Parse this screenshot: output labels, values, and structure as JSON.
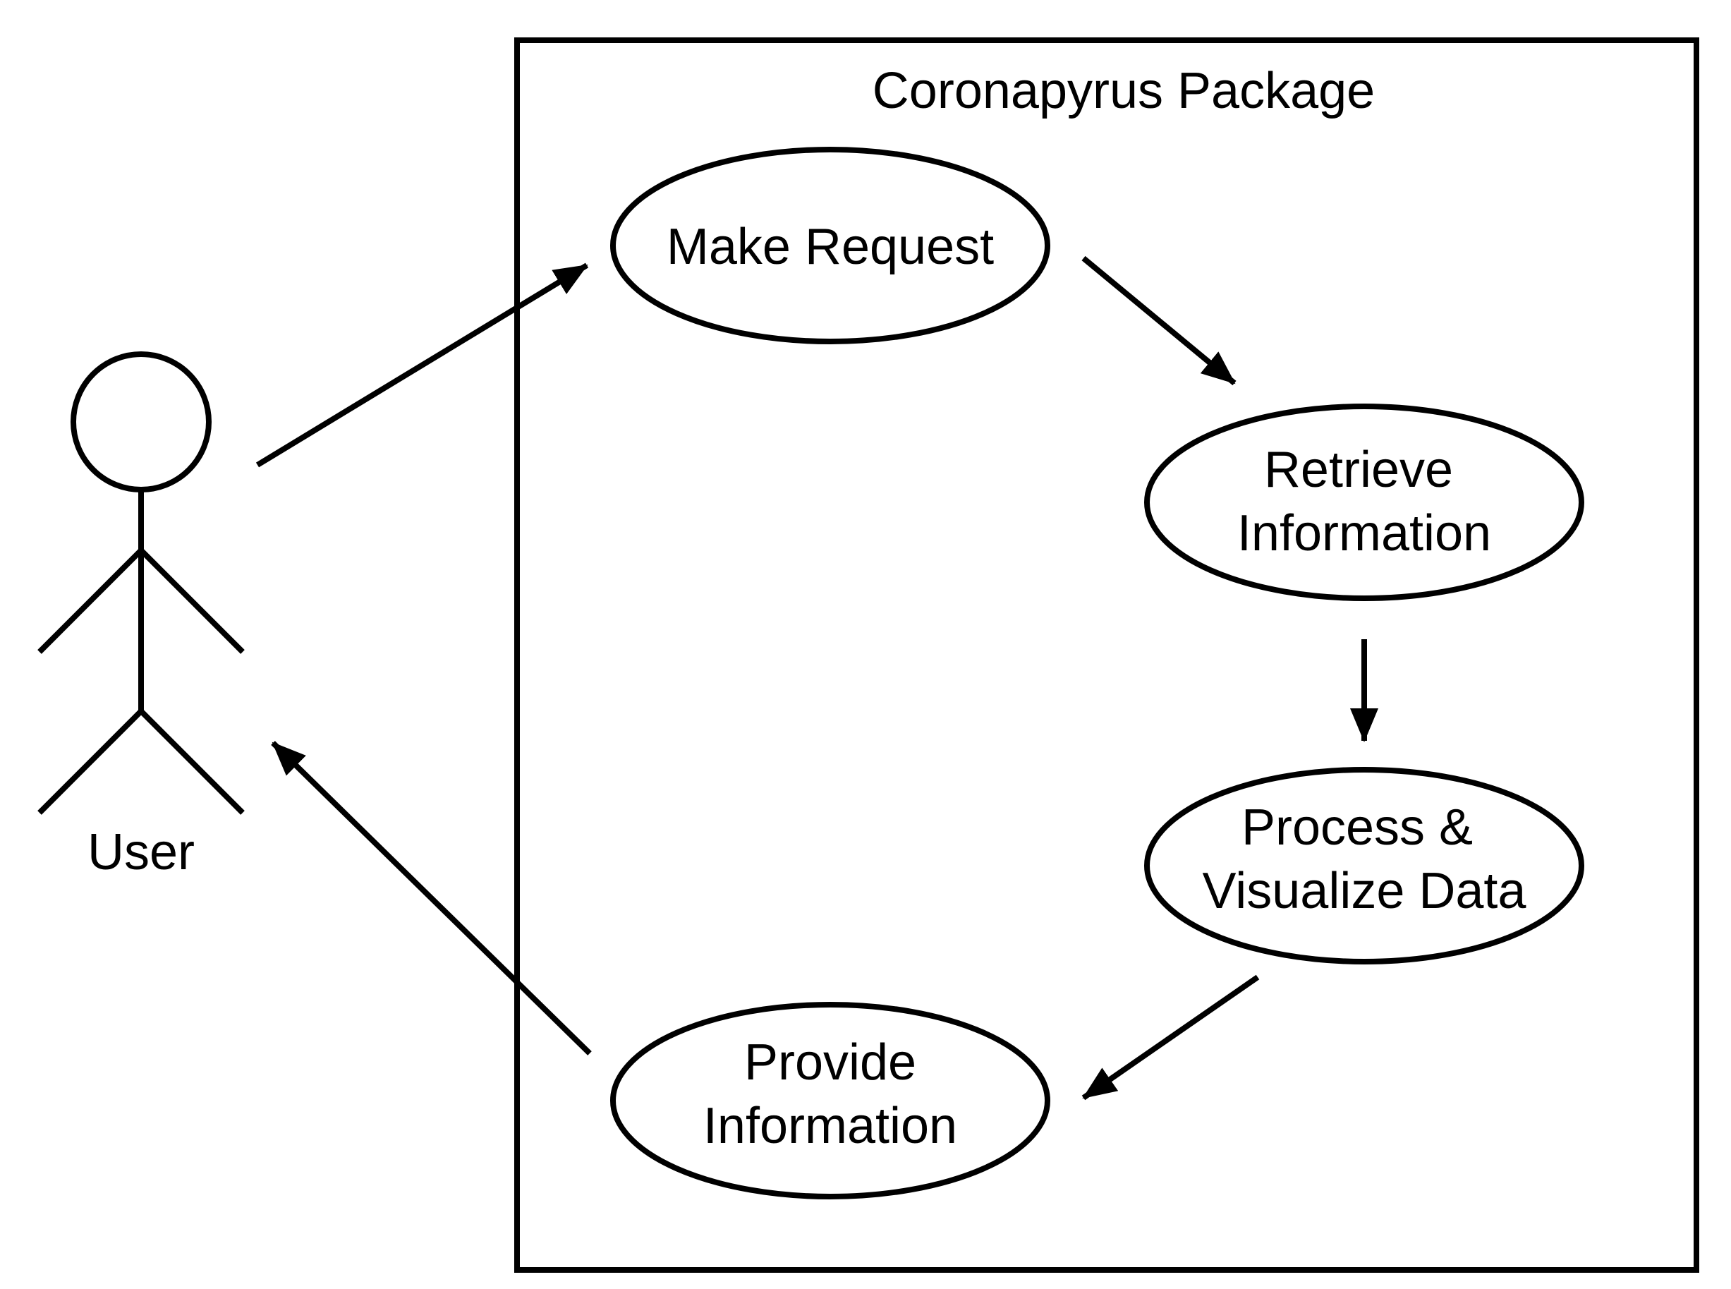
{
  "system": {
    "title": "Coronapyrus Package"
  },
  "actor": {
    "name": "User"
  },
  "use_cases": [
    {
      "lines": [
        "Make Request"
      ]
    },
    {
      "lines": [
        "Retrieve",
        "Information"
      ]
    },
    {
      "lines": [
        "Process &",
        "Visualize Data"
      ]
    },
    {
      "lines": [
        "Provide",
        "Information"
      ]
    }
  ],
  "colors": {
    "stroke": "#000000",
    "background": "#ffffff"
  }
}
